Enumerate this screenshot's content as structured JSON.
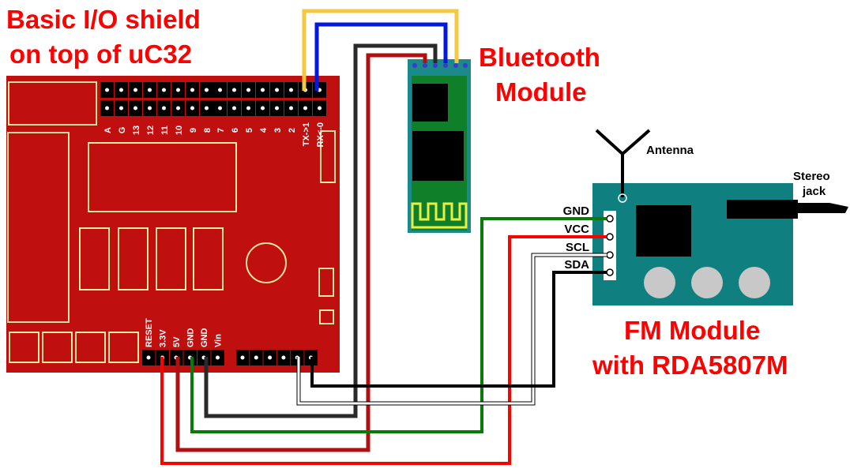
{
  "titles": {
    "shield_line1": "Basic I/O shield",
    "shield_line2": "on top of uC32",
    "bluetooth_line1": "Bluetooth",
    "bluetooth_line2": "Module",
    "fm_line1": "FM Module",
    "fm_line2": "with RDA5807M"
  },
  "labels": {
    "antenna": "Antenna",
    "stereo_line1": "Stereo",
    "stereo_line2": "jack"
  },
  "shield": {
    "top_header_pins": [
      "A",
      "G",
      "13",
      "12",
      "11",
      "10",
      "9",
      "8",
      "7",
      "6",
      "5",
      "4",
      "3",
      "2",
      "TX->1",
      "RX<-0"
    ],
    "power_header_pins": [
      "RESET",
      "3.3V",
      "5V",
      "GND",
      "GND",
      "Vin"
    ]
  },
  "fm_module": {
    "pins": [
      "GND",
      "VCC",
      "SCL",
      "SDA"
    ]
  },
  "colors": {
    "shield_board": "#c00f0f",
    "silkscreen": "#ffe9a0",
    "bt_board": "#0f7f2a",
    "bt_border": "#1a8a8a",
    "fm_board": "#0f7f7f",
    "title_red": "#ff0000",
    "wire_yellow": "#f5c842",
    "wire_blue": "#0018e0",
    "wire_black": "#000000",
    "wire_darkgray": "#2a2a2a",
    "wire_darkred": "#b01010",
    "wire_red": "#ff0000",
    "wire_green": "#0a7a0a",
    "wire_white": "#ffffff"
  },
  "connections": [
    {
      "from": "shield TX->1",
      "to": "Bluetooth RXD",
      "color": "yellow"
    },
    {
      "from": "shield RX<-0",
      "to": "Bluetooth TXD",
      "color": "blue"
    },
    {
      "from": "shield GND",
      "to": "Bluetooth GND",
      "color": "black"
    },
    {
      "from": "shield 5V",
      "to": "Bluetooth VCC",
      "color": "dark red"
    },
    {
      "from": "shield GND",
      "to": "FM GND",
      "color": "green"
    },
    {
      "from": "shield 3.3V",
      "to": "FM VCC",
      "color": "red"
    },
    {
      "from": "shield SCL",
      "to": "FM SCL",
      "color": "white"
    },
    {
      "from": "shield SDA",
      "to": "FM SDA",
      "color": "black"
    }
  ]
}
